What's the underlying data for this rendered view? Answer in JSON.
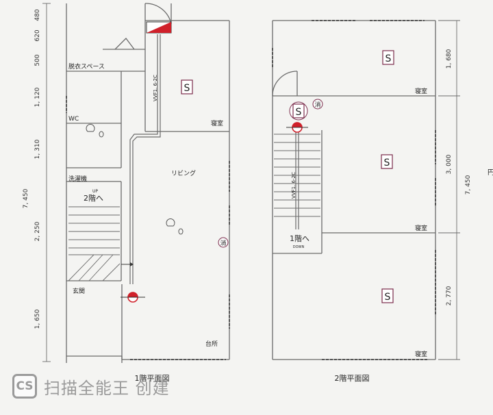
{
  "floor1": {
    "title": "1階平面図",
    "rooms": {
      "dressing": "脱衣スペース",
      "wc": "WC",
      "washer": "洗濯機",
      "stairs_up": "2階へ",
      "up_mark": "UP",
      "entrance": "玄関",
      "living": "リビング",
      "bedroom": "寝室",
      "kitchen": "台所"
    },
    "cable_label": "VVF1. 6-2C",
    "dimensions": [
      "480",
      "620",
      "500",
      "1, 120",
      "1, 310",
      "2, 250",
      "1, 650"
    ],
    "total_dimension": "7, 450"
  },
  "floor2": {
    "title": "2階平面図",
    "rooms": {
      "bedroom_top": "寝室",
      "bedroom_middle": "寝室",
      "bedroom_bottom": "寝室",
      "stairs_down": "1階へ",
      "down_mark": "DOWN"
    },
    "cable_label": "VVF1. 6-2C",
    "dimensions": [
      "1, 680",
      "3, 000",
      "2, 770"
    ],
    "total_dimension": "7, 450"
  },
  "symbols": {
    "smoke_detector": "S",
    "extinguisher": "消",
    "edge_fragment": "円"
  },
  "watermark": {
    "badge": "CS",
    "text": "扫描全能王 创建"
  },
  "colors": {
    "wall": "#6a6a6a",
    "symbol": "#7a2a4a",
    "alarm_red": "#d0202a"
  }
}
